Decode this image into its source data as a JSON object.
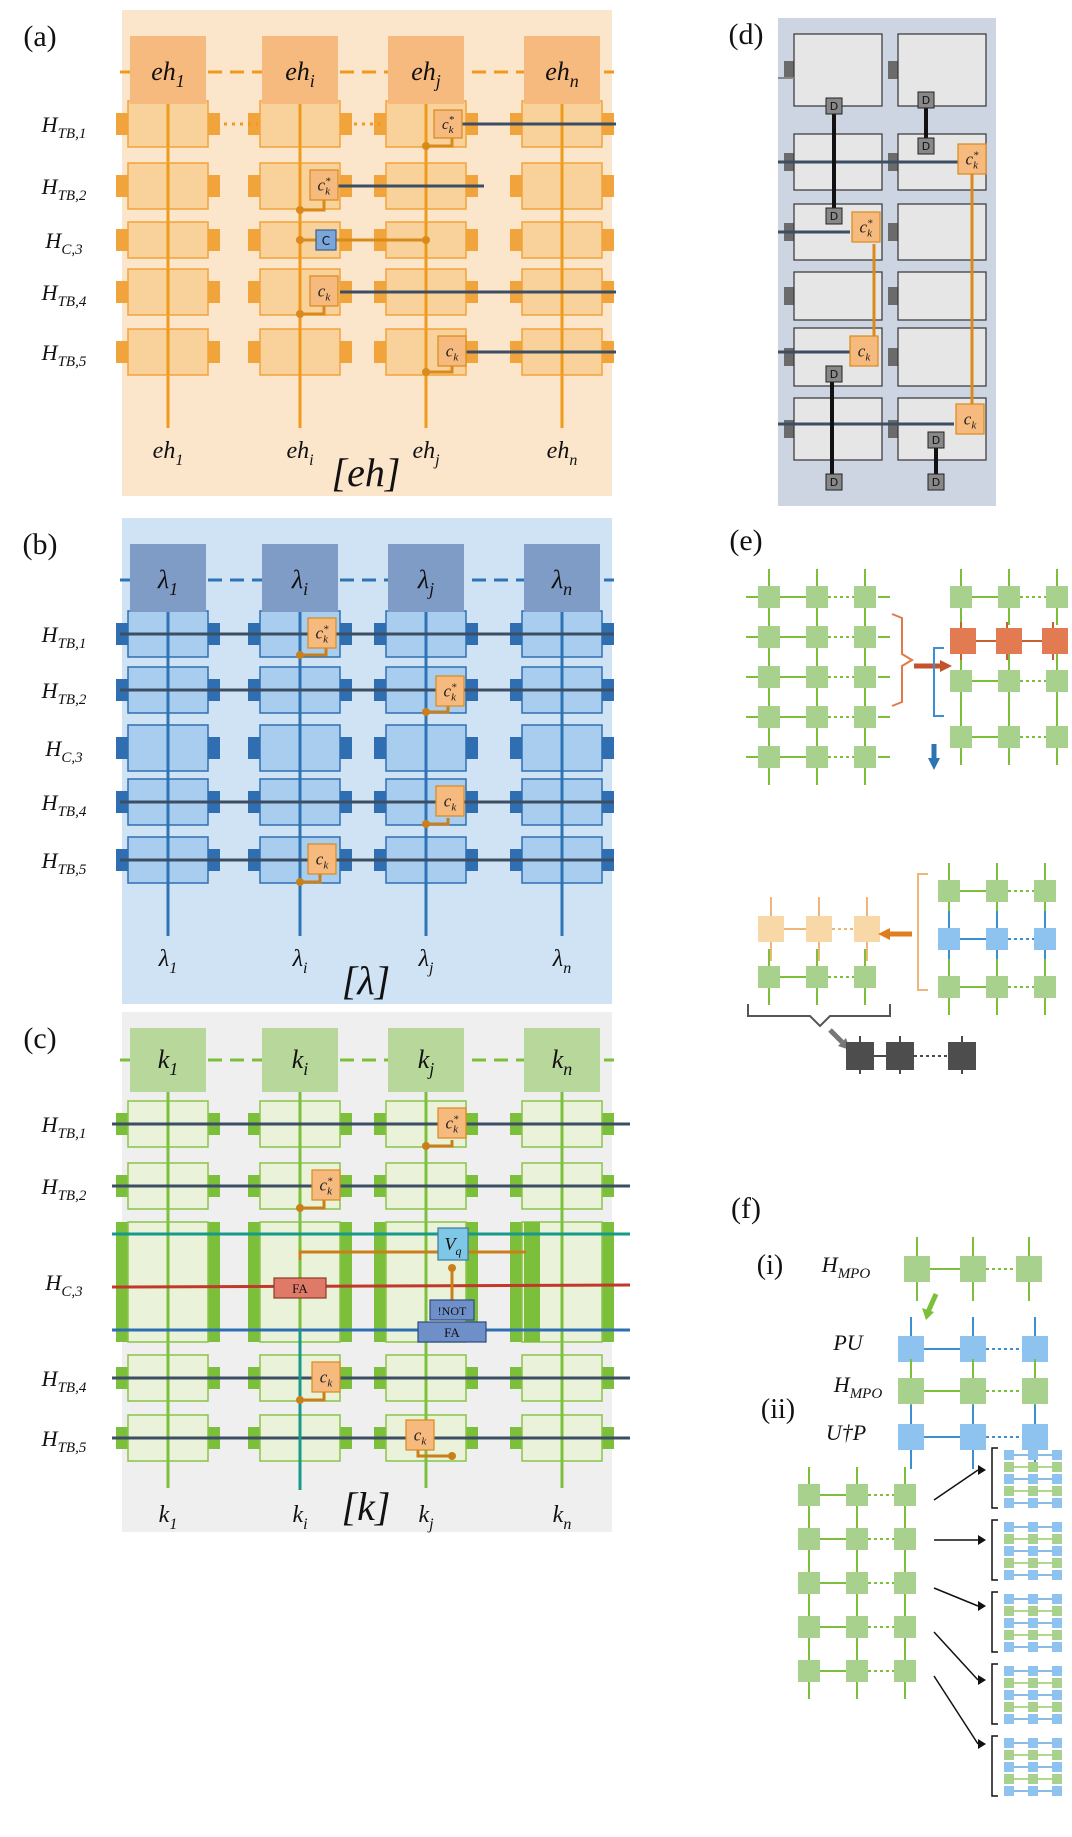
{
  "panels": {
    "a": {
      "label": "(a)",
      "var_top": [
        "eh1",
        "ehi",
        "ehj",
        "ehn"
      ],
      "var_bottom": [
        "eh1",
        "ehi",
        "ehj",
        "ehn"
      ],
      "tag": "[eh]",
      "rows": [
        "H_TB,1",
        "H_TB,2",
        "H_C,3",
        "H_TB,4",
        "H_TB,5"
      ],
      "colors": {
        "bg": "#fbe6cc",
        "box": "#f9d19a",
        "edge": "#f1a43b",
        "leg": "#f09a1c",
        "head": "#f6b97e",
        "op": "#d98a1a",
        "wire": "#3c4e63"
      }
    },
    "b": {
      "label": "(b)",
      "var_top": [
        "λ1",
        "λi",
        "λj",
        "λn"
      ],
      "var_bottom": [
        "λ1",
        "λi",
        "λj",
        "λn"
      ],
      "tag": "[λ]",
      "rows": [
        "H_TB,1",
        "H_TB,2",
        "H_C,3",
        "H_TB,4",
        "H_TB,5"
      ],
      "colors": {
        "bg": "#cfe3f5",
        "box": "#a9cdee",
        "edge": "#2f6fb1",
        "leg": "#2e74b5",
        "head": "#7f9cc6",
        "wire": "#3c4e63"
      }
    },
    "c": {
      "label": "(c)",
      "var_top": [
        "k1",
        "ki",
        "kj",
        "kn"
      ],
      "var_bottom": [
        "k1",
        "ki",
        "kj",
        "kn"
      ],
      "tag": "[k]",
      "rows": [
        "H_TB,1",
        "H_TB,2",
        "H_C,3",
        "H_TB,4",
        "H_TB,5"
      ],
      "colors": {
        "bg": "#efefef",
        "box": "#eaf3da",
        "edge": "#8bc34a",
        "leg": "#7cbf3b",
        "head": "#b7d89a",
        "wire": "#3c4e63",
        "red": "#c0392b",
        "teal": "#179a8a"
      },
      "ops": {
        "fa1": "FA",
        "fa2": "FA",
        "not": "!NOT",
        "vq": "V_q"
      }
    },
    "d": {
      "label": "(d)",
      "d_tag": "D",
      "c_tag": "C"
    },
    "e": {
      "label": "(e)"
    },
    "f": {
      "label": "(f)",
      "sub_i": "(i)",
      "sub_ii": "(ii)",
      "terms": [
        "H_MPO",
        "PU",
        "H_MPO",
        "U†P"
      ]
    }
  }
}
